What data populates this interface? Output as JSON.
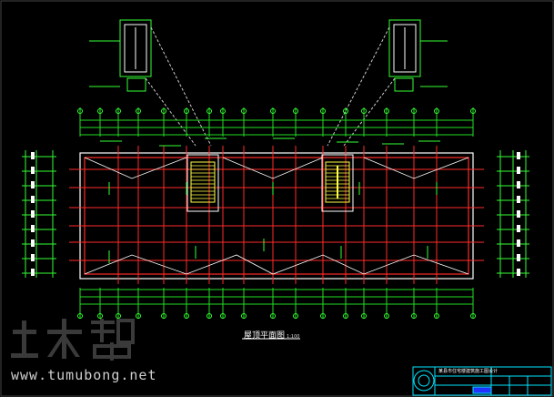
{
  "drawing": {
    "caption": "屋顶平面图",
    "scale_note": "1:100",
    "background": "#000000",
    "colors": {
      "axis_red": "#ff2a2a",
      "line_green": "#33ff33",
      "dim_green": "#22dd22",
      "stair_yellow": "#ffff44",
      "white": "#ffffff",
      "titleblock_cyan": "#00e5ff"
    }
  },
  "watermark": {
    "logo_text": "土木帮",
    "url": "www.tumubong.net"
  },
  "titleblock": {
    "project_line": "某县市住宅楼建筑施工图设计",
    "logo_icon": "seal-icon"
  }
}
